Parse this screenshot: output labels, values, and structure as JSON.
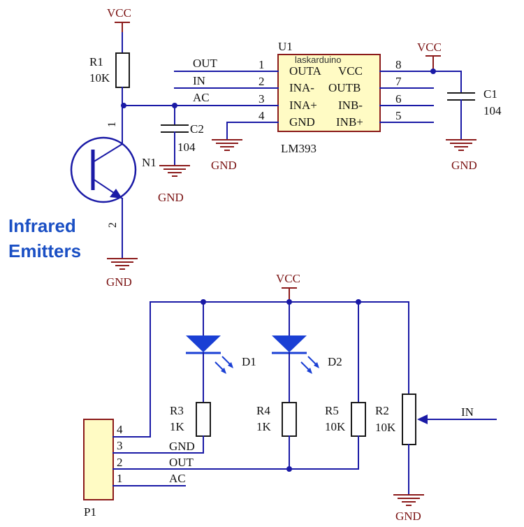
{
  "power": {
    "vcc": "VCC",
    "gnd": "GND"
  },
  "u1": {
    "ref": "U1",
    "part": "LM393",
    "left_pins": [
      {
        "num": "1",
        "name": "OUTA",
        "net": "OUT"
      },
      {
        "num": "2",
        "name": "INA-",
        "net": "IN"
      },
      {
        "num": "3",
        "name": "INA+",
        "net": "AC"
      },
      {
        "num": "4",
        "name": "GND",
        "net": ""
      }
    ],
    "right_pins": [
      {
        "num": "8",
        "name": "VCC"
      },
      {
        "num": "7",
        "name": "OUTB"
      },
      {
        "num": "6",
        "name": "INB-"
      },
      {
        "num": "5",
        "name": "INB+"
      }
    ]
  },
  "watermark": "laskarduino",
  "r1": {
    "ref": "R1",
    "value": "10K"
  },
  "c1": {
    "ref": "C1",
    "value": "104"
  },
  "c2": {
    "ref": "C2",
    "value": "104"
  },
  "n1": {
    "ref": "N1",
    "pin1": "1",
    "pin2": "2"
  },
  "caption": {
    "line1": "Infrared",
    "line2": "Emitters"
  },
  "d1": {
    "ref": "D1"
  },
  "d2": {
    "ref": "D2"
  },
  "r3": {
    "ref": "R3",
    "value": "1K"
  },
  "r4": {
    "ref": "R4",
    "value": "1K"
  },
  "r5": {
    "ref": "R5",
    "value": "10K"
  },
  "r2": {
    "ref": "R2",
    "value": "10K"
  },
  "p1": {
    "ref": "P1",
    "pins": [
      "4",
      "3",
      "2",
      "1"
    ],
    "nets": [
      "GND",
      "OUT",
      "AC"
    ]
  },
  "net_in": "IN"
}
